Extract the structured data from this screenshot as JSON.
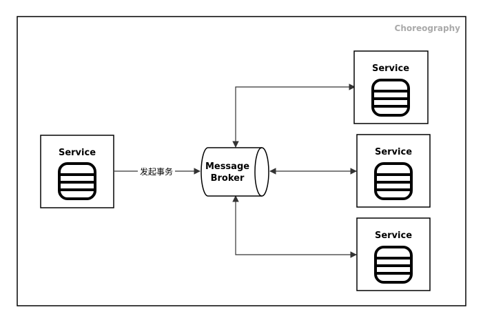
{
  "diagram": {
    "title": "Choreography",
    "broker": {
      "line1": "Message",
      "line2": "Broker"
    },
    "services": [
      {
        "label": "Service",
        "icon": "database-icon"
      },
      {
        "label": "Service",
        "icon": "database-icon"
      },
      {
        "label": "Service",
        "icon": "database-icon"
      },
      {
        "label": "Service",
        "icon": "database-icon"
      }
    ],
    "edges": [
      {
        "label": "发起事务"
      }
    ]
  },
  "colors": {
    "stroke": "#000000",
    "edge": "#333333",
    "title": "#aaaaaa",
    "background": "#ffffff"
  }
}
